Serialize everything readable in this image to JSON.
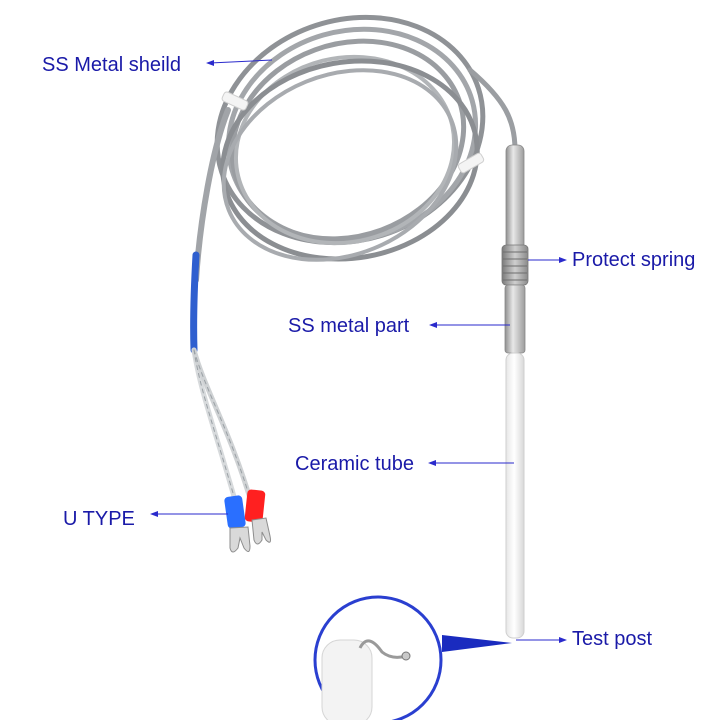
{
  "labels": {
    "shield": "SS Metal sheild",
    "spring": "Protect spring",
    "metal_part": "SS metal part",
    "ceramic": "Ceramic tube",
    "u_type": "U TYPE",
    "test_post": "Test post"
  },
  "colors": {
    "label_text": "#1a1aa8",
    "leader": "#2a2acc",
    "cable": "#a6a9ad",
    "cable_dark": "#7d8084",
    "ceramic": "#f1f1f1",
    "metal": "#b7b7b7",
    "blue_sleeve": "#2f5fcf",
    "lug_blue": "#2a6fff",
    "lug_red": "#ff2020",
    "callout_ring": "#1a2bbf"
  }
}
